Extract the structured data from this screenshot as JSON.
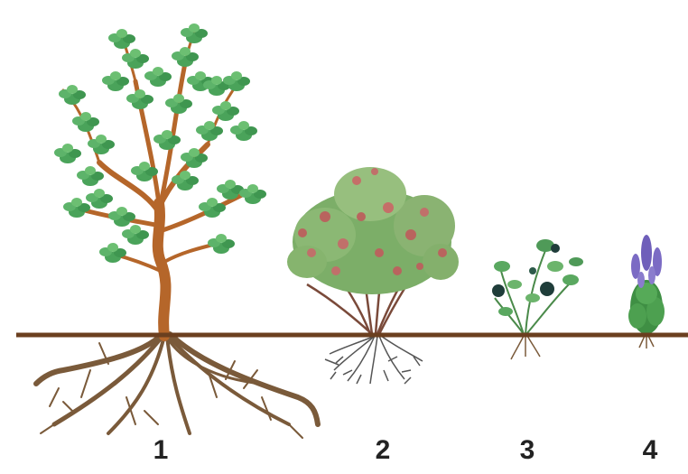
{
  "diagram": {
    "plants": [
      {
        "id": "tree",
        "label": "1",
        "icon": "tree-icon"
      },
      {
        "id": "shrub",
        "label": "2",
        "icon": "shrub-icon"
      },
      {
        "id": "small-shrub",
        "label": "3",
        "icon": "small-shrub-icon"
      },
      {
        "id": "herb",
        "label": "4",
        "icon": "flowering-herb-icon"
      }
    ],
    "colors": {
      "ground": "#6b3f1f",
      "trunk": "#b5662a",
      "root": "#7a5a3a",
      "leaf": "#4aa35a",
      "leaf_light": "#7cc47a",
      "shrub_flower": "#b9645e",
      "herb_flower": "#7b6bc4",
      "shrub_root": "#555555"
    }
  }
}
